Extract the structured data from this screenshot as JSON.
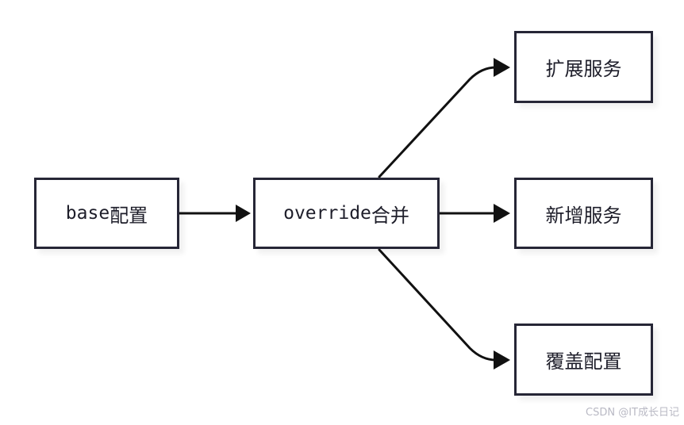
{
  "nodes": {
    "base": {
      "latin": "base",
      "cjk": "配置"
    },
    "override": {
      "latin": "override",
      "cjk": "合并"
    },
    "extend": {
      "label": "扩展服务"
    },
    "add": {
      "label": "新增服务"
    },
    "cover": {
      "label": "覆盖配置"
    }
  },
  "edges": [
    {
      "from": "base",
      "to": "override"
    },
    {
      "from": "override",
      "to": "extend"
    },
    {
      "from": "override",
      "to": "add"
    },
    {
      "from": "override",
      "to": "cover"
    }
  ],
  "watermark": "CSDN @IT成长日记",
  "colors": {
    "stroke": "#262636",
    "text": "#1e1e2a",
    "background": "#ffffff",
    "watermark": "#b9b9c4"
  }
}
